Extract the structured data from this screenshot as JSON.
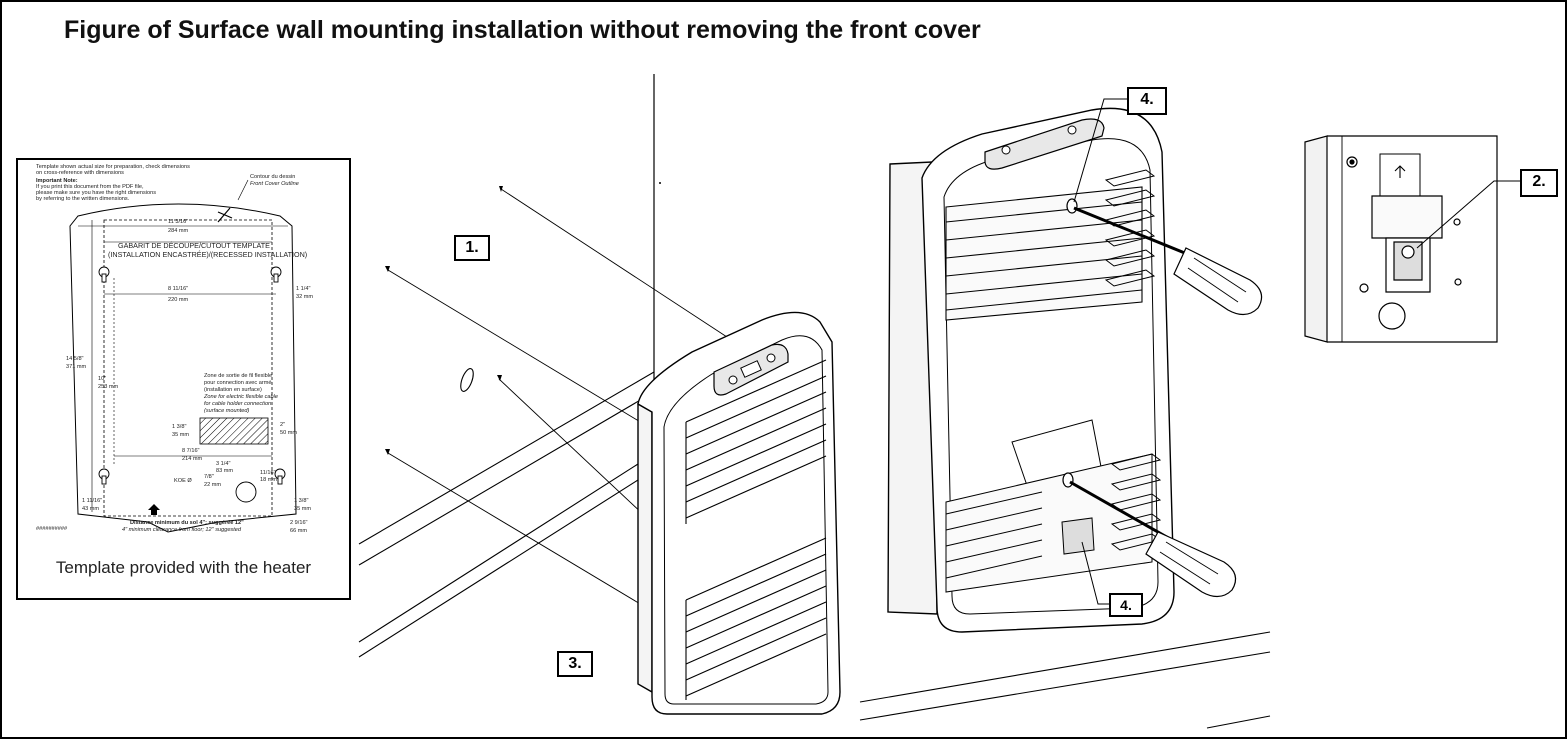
{
  "title": "Figure of Surface wall mounting installation without removing the front cover",
  "template": {
    "caption": "Template provided with the heater",
    "top_note_1": "Template shown actual size for preparation, check dimensions",
    "top_note_2": "on cross-reference with dimensions",
    "important_label": "Important Note:",
    "note_1": "If you print this document from the PDF file,",
    "note_2": "please make sure you have the right dimensions",
    "note_3": "by referring to the written dimensions.",
    "outline_fr": "Contour du dessin",
    "outline_en": "Front Cover Outline",
    "dim_width_in": "11 3/16\"",
    "dim_width_mm": "284 mm",
    "cutout_line1": "GABARIT DE DÉCOUPE/CUTOUT TEMPLATE",
    "cutout_line2": "(INSTALLATION ENCASTRÉE)/(RECESSED INSTALLATION)",
    "dim_hole_span_in": "8 11/16\"",
    "dim_hole_span_mm": "220 mm",
    "dim_right_in": "1 1/4\"",
    "dim_right_mm": "32 mm",
    "dim_height_in": "14 5/8\"",
    "dim_height_mm": "371 mm",
    "dim_vert_in": "10\"",
    "dim_vert_mm": "253 mm",
    "zone_fr_1": "Zone de sortie de fil flexible",
    "zone_fr_2": "pour connection avec armé",
    "zone_fr_3": "(installation en surface)",
    "zone_en_1": "Zone for electric flexible cable",
    "zone_en_2": "for cable holder connection",
    "zone_en_3": "(surface mounted)",
    "dim_zone_h_in": "1 3/8\"",
    "dim_zone_h_mm": "35 mm",
    "dim_zone_r_in": "2\"",
    "dim_zone_r_mm": "50 mm",
    "dim_lower_span_in": "8 7/16\"",
    "dim_lower_span_mm": "214 mm",
    "dim_center_in": "3 1/4\"",
    "dim_center_mm": "83 mm",
    "dim_ko_in": "7/8\"",
    "dim_ko_mm": "22 mm",
    "ko_label": "KOE Ø",
    "dim_rhole_in": "11/16\"",
    "dim_rhole_mm": "18 mm",
    "dim_lleft_in": "1 11/16\"",
    "dim_lleft_mm": "43 mm",
    "dim_lright_in": "1 3/8\"",
    "dim_lright_mm": "35 mm",
    "floor_fr": "Distance minimum du sol 4\"; suggérée 12\"",
    "floor_en": "4\" minimum clearance from floor; 12\" suggested",
    "dim_floor_in": "2 9/16\"",
    "dim_floor_mm": "66 mm",
    "footer_code": "##########"
  },
  "callouts": {
    "c1": "1.",
    "c2": "2.",
    "c3": "3.",
    "c4_top": "4.",
    "c4_bottom": "4."
  },
  "detail": {
    "bracket_label": "↑"
  }
}
